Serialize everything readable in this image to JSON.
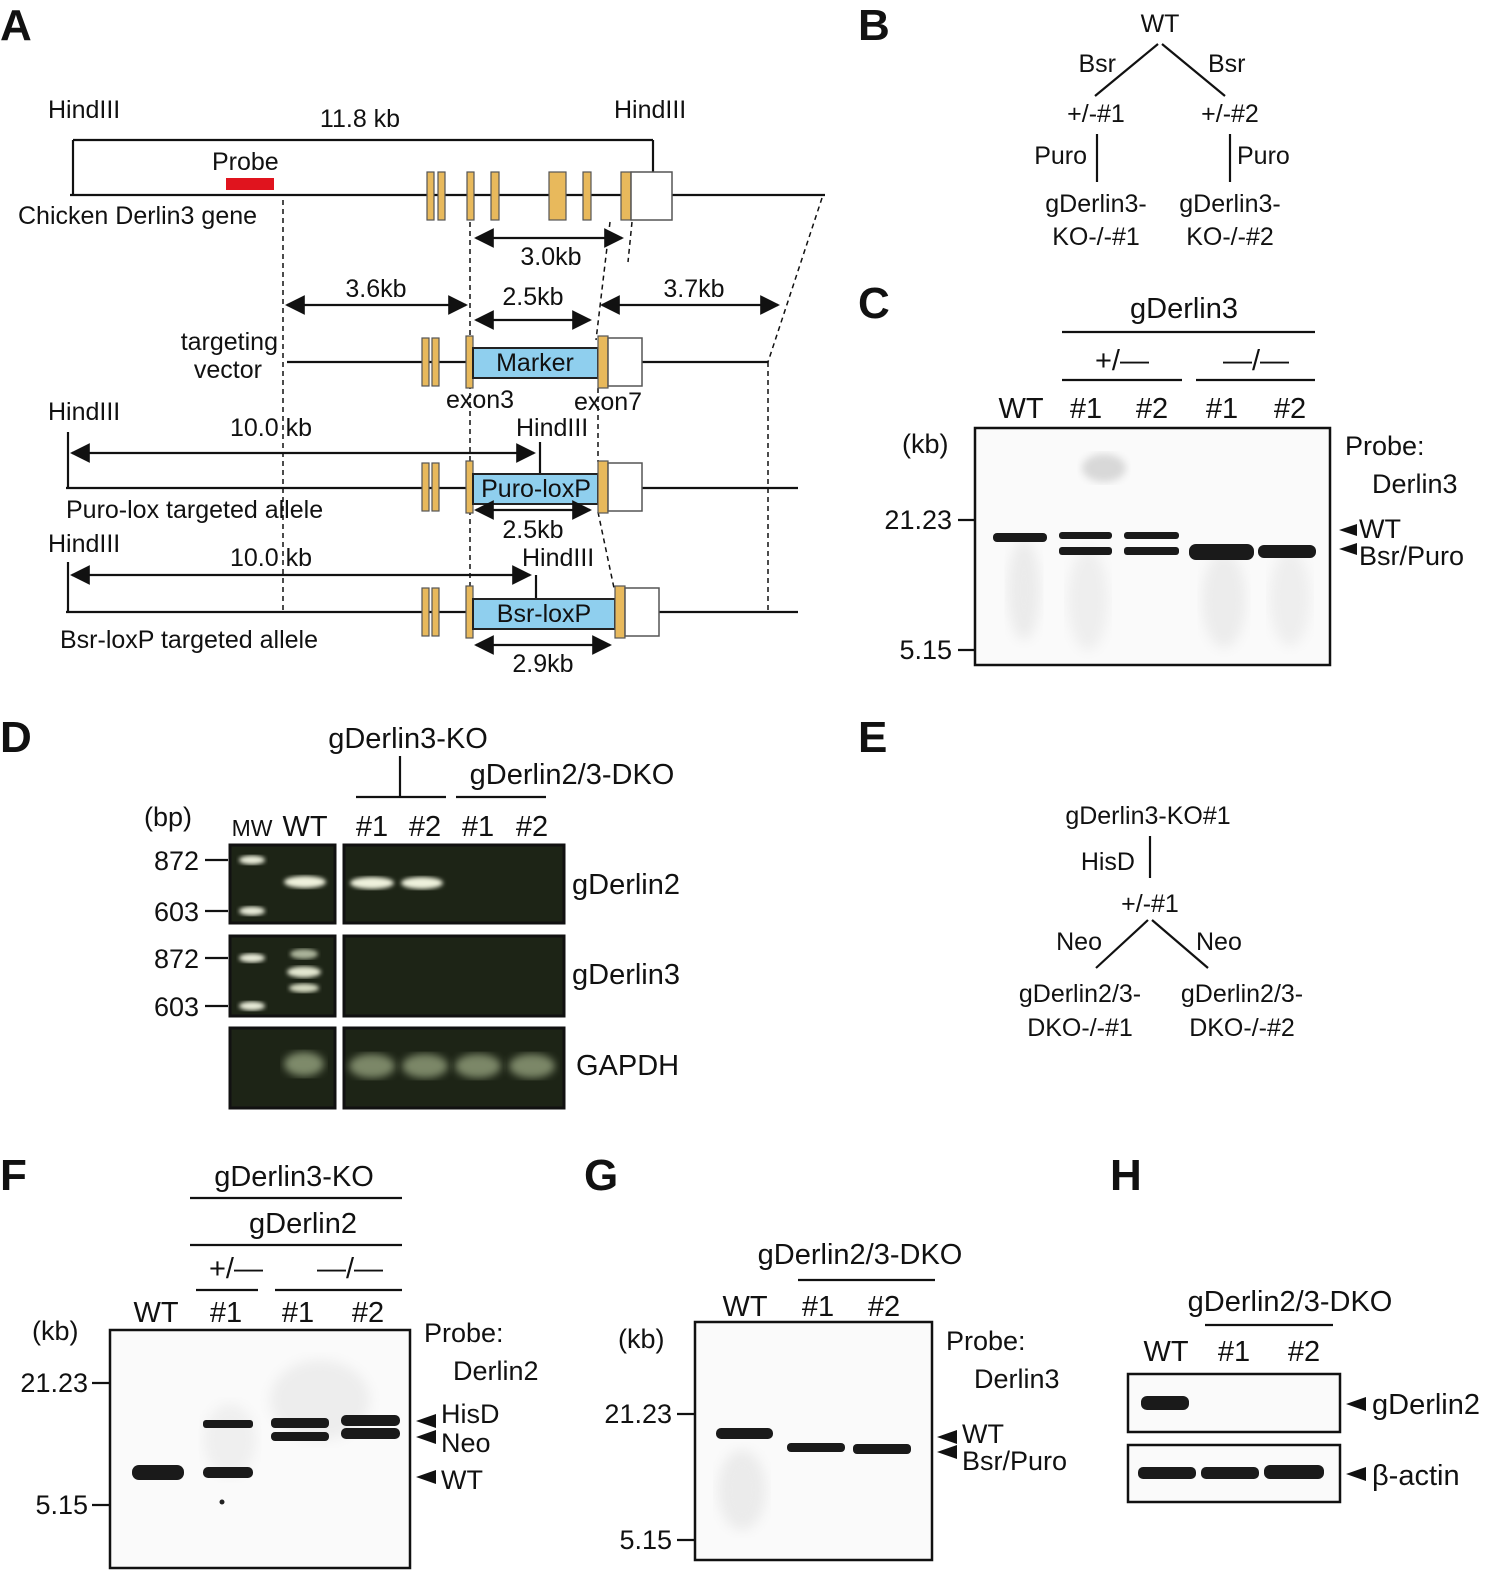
{
  "panels": {
    "A": {
      "label": "A",
      "hindIII": "HindIII",
      "size_11_8": "11.8 kb",
      "probe": "Probe",
      "gene_label": "Chicken Derlin3 gene",
      "d_3_0": "3.0kb",
      "d_3_6": "3.6kb",
      "d_2_5": "2.5kb",
      "d_3_7": "3.7kb",
      "targeting1": "targeting",
      "targeting2": "vector",
      "marker": "Marker",
      "exon3": "exon3",
      "exon7": "exon7",
      "size_10_0": "10.0 kb",
      "puro_lox": "Puro-loxP",
      "puro_allele": "Puro-lox targeted allele",
      "bsr_lox": "Bsr-loxP",
      "bsr_allele": "Bsr-loxP targeted allele",
      "d_2_9": "2.9kb"
    },
    "B": {
      "label": "B",
      "root": "WT",
      "edge": "Bsr",
      "het1": "+/-#1",
      "het2": "+/-#2",
      "edge2": "Puro",
      "ko1a": "gDerlin3-",
      "ko1b": "KO-/-#1",
      "ko2a": "gDerlin3-",
      "ko2b": "KO-/-#2"
    },
    "C": {
      "label": "C",
      "header": "gDerlin3",
      "het": "+/—",
      "hom": "—/—",
      "lanes": [
        "WT",
        "#1",
        "#2",
        "#1",
        "#2"
      ],
      "kb": "(kb)",
      "marker_hi": "21.23",
      "marker_lo": "5.15",
      "probe1": "Probe:",
      "probe2": "Derlin3",
      "band_wt": "WT",
      "band_bsr": "Bsr/Puro"
    },
    "D": {
      "label": "D",
      "ko_header": "gDerlin3-KO",
      "dko_header": "gDerlin2/3-DKO",
      "bp": "(bp)",
      "mw": "MW",
      "wt": "WT",
      "lanes": [
        "#1",
        "#2",
        "#1",
        "#2"
      ],
      "m872": "872",
      "m603": "603",
      "row1": "gDerlin2",
      "row2": "gDerlin3",
      "row3": "GAPDH"
    },
    "E": {
      "label": "E",
      "root": "gDerlin3-KO#1",
      "edge1": "HisD",
      "het": "+/-#1",
      "edge2": "Neo",
      "dko1a": "gDerlin2/3-",
      "dko1b": "DKO-/-#1",
      "dko2a": "gDerlin2/3-",
      "dko2b": "DKO-/-#2"
    },
    "F": {
      "label": "F",
      "header1": "gDerlin3-KO",
      "header2": "gDerlin2",
      "het": "+/—",
      "hom": "—/—",
      "lanes": [
        "WT",
        "#1",
        "#1",
        "#2"
      ],
      "kb": "(kb)",
      "marker_hi": "21.23",
      "marker_lo": "5.15",
      "probe1": "Probe:",
      "probe2": "Derlin2",
      "band_hisd": "HisD",
      "band_neo": "Neo",
      "band_wt": "WT"
    },
    "G": {
      "label": "G",
      "header": "gDerlin2/3-DKO",
      "lanes": [
        "WT",
        "#1",
        "#2"
      ],
      "kb": "(kb)",
      "marker_hi": "21.23",
      "marker_lo": "5.15",
      "probe1": "Probe:",
      "probe2": "Derlin3",
      "band_wt": "WT",
      "band_bsr": "Bsr/Puro"
    },
    "H": {
      "label": "H",
      "header": "gDerlin2/3-DKO",
      "lanes": [
        "WT",
        "#1",
        "#2"
      ],
      "row1": "gDerlin2",
      "row2": "β-actin"
    }
  }
}
